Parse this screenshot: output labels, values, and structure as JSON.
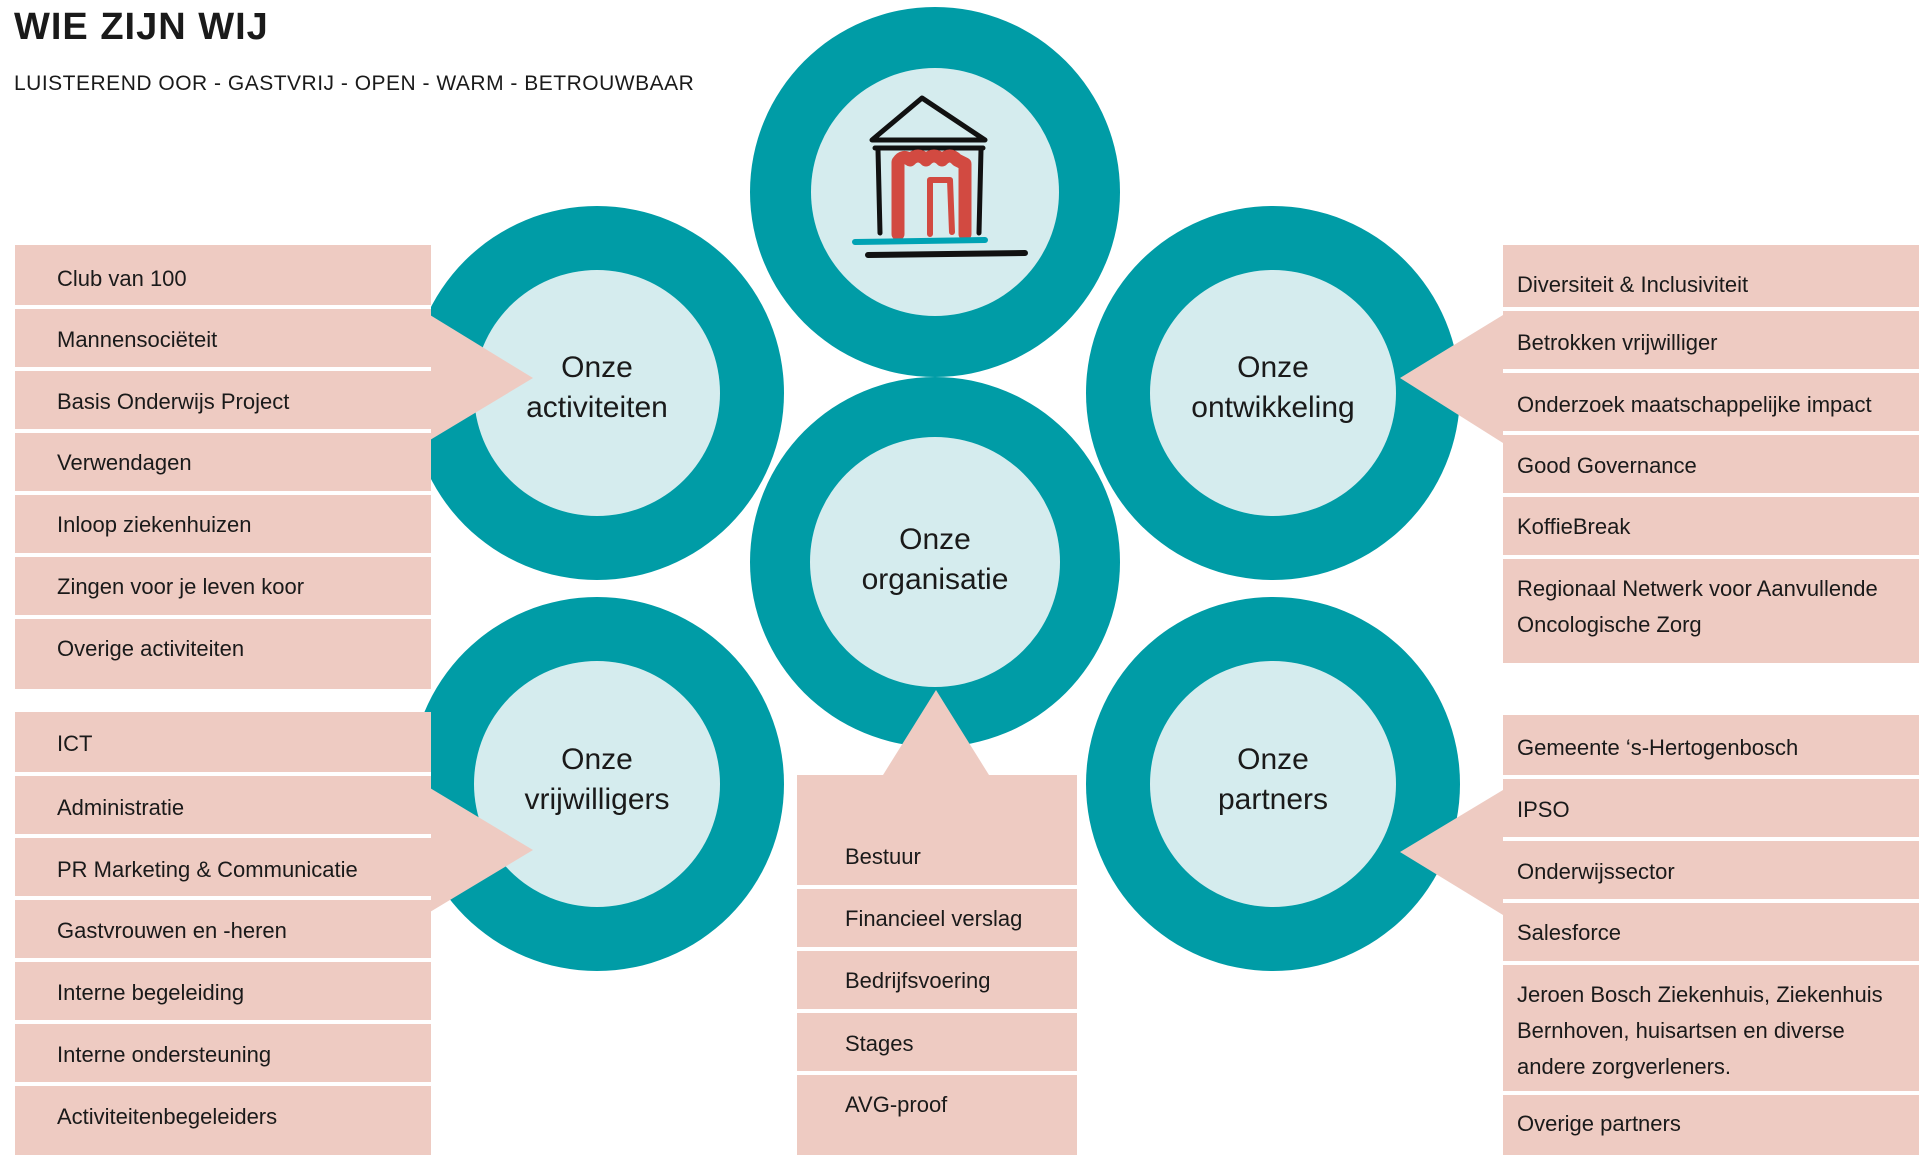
{
  "title": "WIE ZIJN WIJ",
  "subtitle": "LUISTEREND OOR - GASTVRIJ - OPEN - WARM - BETROUWBAAR",
  "colors": {
    "ring": "#009ca6",
    "inner": "#d5ecee",
    "panel": "#eecbc2",
    "text": "#1a1a1a"
  },
  "logo": "house-with-brick-doorway-icon",
  "circles": {
    "activiteiten": {
      "line1": "Onze",
      "line2": "activiteiten"
    },
    "ontwikkeling": {
      "line1": "Onze",
      "line2": "ontwikkeling"
    },
    "organisatie": {
      "line1": "Onze",
      "line2": "organisatie"
    },
    "vrijwilligers": {
      "line1": "Onze",
      "line2": "vrijwilligers"
    },
    "partners": {
      "line1": "Onze",
      "line2": "partners"
    }
  },
  "activiteiten": [
    "Club van 100",
    "Mannensociëteit",
    "Basis Onderwijs Project",
    "Verwendagen",
    "Inloop ziekenhuizen",
    "Zingen voor je leven koor",
    "Overige activiteiten"
  ],
  "vrijwilligers": [
    "ICT",
    "Administratie",
    "PR Marketing & Communicatie",
    "Gastvrouwen en -heren",
    "Interne begeleiding",
    "Interne ondersteuning",
    "Activiteitenbegeleiders"
  ],
  "organisatie": [
    "Bestuur",
    "Financieel verslag",
    "Bedrijfsvoering",
    "Stages",
    "AVG-proof"
  ],
  "ontwikkeling": [
    "Diversiteit & Inclusiviteit",
    "Betrokken vrijwilliger",
    "Onderzoek maatschappelijke impact",
    "Good Governance",
    "KoffieBreak",
    "Regionaal Netwerk voor Aanvullende Oncologische Zorg"
  ],
  "partners": [
    "Gemeente ‘s-Hertogenbosch",
    "IPSO",
    "Onderwijssector",
    "Salesforce",
    "Jeroen Bosch Ziekenhuis, Ziekenhuis Bernhoven, huisartsen en diverse andere zorgverleners.",
    "Overige partners"
  ]
}
